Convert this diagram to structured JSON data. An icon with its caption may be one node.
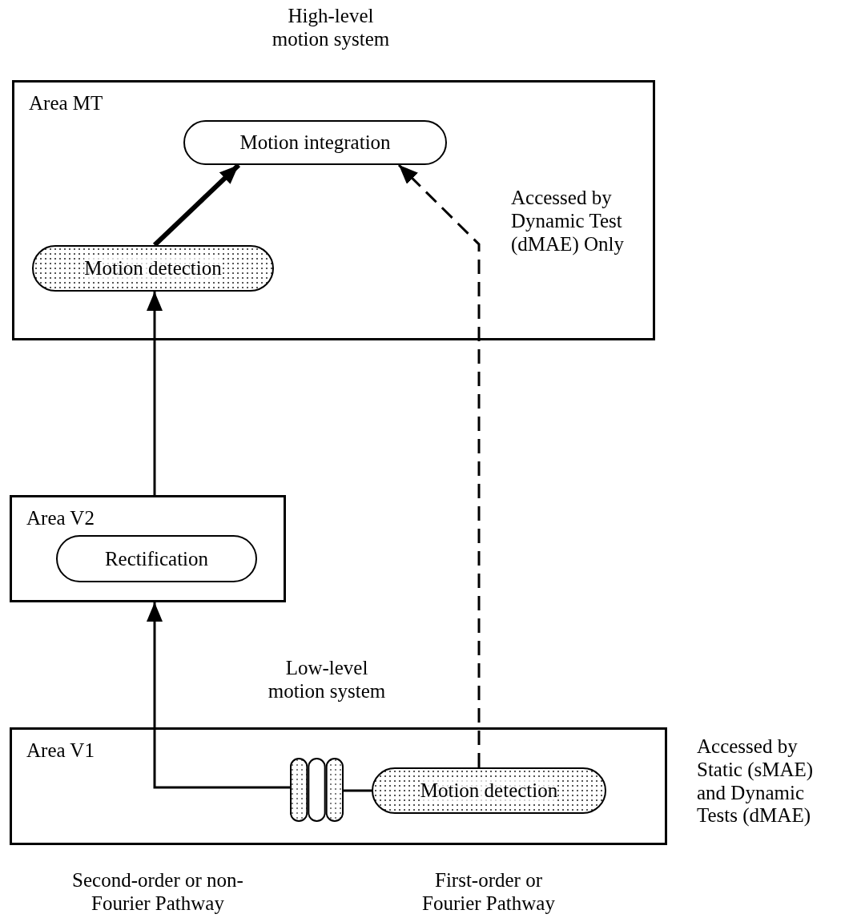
{
  "diagram": {
    "nodes": [
      {
        "text": [
          "Area MT"
        ]
      },
      {
        "text": [
          "Motion integration"
        ],
        "in": 0
      },
      {
        "text": [
          "Motion detection"
        ],
        "in": 0
      },
      {
        "text": [
          "Area V2"
        ]
      },
      {
        "text": [
          "Rectification"
        ],
        "in": 3
      },
      {
        "text": [
          "Area V1"
        ]
      },
      {
        "text": [],
        "shape": "filter",
        "in": 5
      },
      {
        "text": [
          "Motion detection"
        ],
        "in": 5
      }
    ],
    "edges": [
      {
        "from": 2,
        "to": 1,
        "arrow": "to",
        "style": "thick"
      },
      {
        "from": 3,
        "to": 2,
        "arrow": "to"
      },
      {
        "from": 6,
        "to": 3,
        "arrow": "to"
      },
      {
        "from": 7,
        "to": 6,
        "arrow": "none"
      },
      {
        "from": 7,
        "to": 1,
        "arrow": "to",
        "style": "dashed"
      }
    ],
    "labels": [
      "High-level motion system",
      "Accessed by Dynamic Test (dMAE) Only",
      "Low-level motion system",
      "Accessed by Static (sMAE) and Dynamic Tests (dMAE)",
      "Second-order or non-Fourier Pathway",
      "First-order or Fourier Pathway"
    ]
  }
}
